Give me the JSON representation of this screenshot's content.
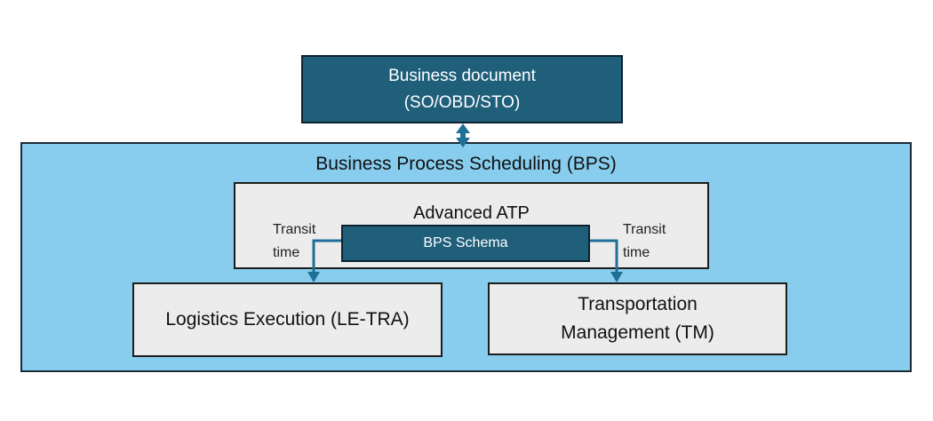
{
  "business_document": {
    "line1": "Business document",
    "line2": "(SO/OBD/STO)"
  },
  "bps": {
    "title": "Business Process Scheduling (BPS)"
  },
  "advanced_atp": {
    "title": "Advanced ATP"
  },
  "bps_schema": {
    "label": "BPS Schema"
  },
  "transit_left": {
    "line1": "Transit",
    "line2": "time"
  },
  "transit_right": {
    "line1": "Transit",
    "line2": "time"
  },
  "logistics_execution": {
    "label": "Logistics Execution (LE-TRA)"
  },
  "transportation_management": {
    "line1": "Transportation",
    "line2": "Management (TM)"
  },
  "colors": {
    "dark_teal": "#1f5f7a",
    "light_blue": "#88cdee",
    "light_gray": "#ececec",
    "connector": "#1f6f96"
  }
}
